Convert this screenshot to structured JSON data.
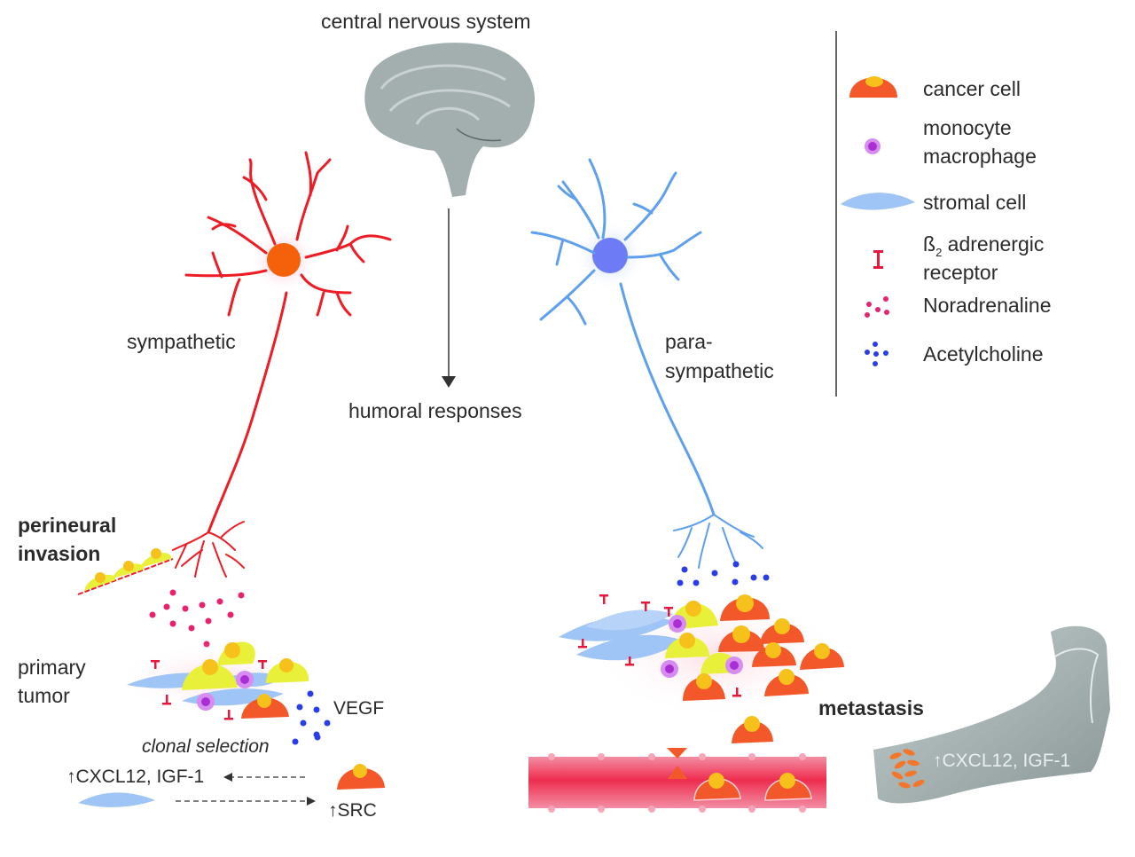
{
  "title": "central nervous system",
  "center": {
    "arrow_label": "humoral responses"
  },
  "branches": {
    "sympathetic": {
      "label": "sympathetic",
      "color": "#ee1c24",
      "soma_color": "#f5600a"
    },
    "parasympathetic": {
      "label_line1": "para-",
      "label_line2": "sympathetic",
      "color": "#5fa0ee",
      "soma_color": "#6d7cf4"
    }
  },
  "left_panel": {
    "perineural_line1": "perineural",
    "perineural_line2": "invasion",
    "primary_line1": "primary",
    "primary_line2": "tumor",
    "vegf": "VEGF",
    "clonal_selection": "clonal selection",
    "cxcl_label": "CXCL12, IGF-1",
    "src_label": "SRC",
    "up_arrow": "↑"
  },
  "right_panel": {
    "metastasis": "metastasis",
    "bone_label": "CXCL12, IGF-1",
    "up_arrow": "↑"
  },
  "legend": {
    "items": [
      {
        "icon": "cancer-cell-icon",
        "line1": "cancer cell",
        "line2": ""
      },
      {
        "icon": "monocyte-macrophage-icon",
        "line1": "monocyte",
        "line2": "macrophage"
      },
      {
        "icon": "stromal-cell-icon",
        "line1": "stromal cell",
        "line2": ""
      },
      {
        "icon": "beta2-receptor-icon",
        "line1_prefix": "ß",
        "line1_sub": "2",
        "line1_rest": " adrenergic",
        "line2": "receptor"
      },
      {
        "icon": "noradrenaline-icon",
        "line1": "Noradrenaline",
        "line2": ""
      },
      {
        "icon": "acetylcholine-icon",
        "line1": "Acetylcholine",
        "line2": ""
      }
    ]
  },
  "colors": {
    "cancer_cell": "#f2582a",
    "cancer_nucleus": "#f6c11a",
    "yellow_cell": "#e9f03a",
    "monocyte": "#c048e0",
    "stromal": "#9fc4f6",
    "receptor": "#e8173c",
    "noradrenaline": "#e8226e",
    "acetylcholine": "#2a3ee8",
    "vessel": "#ef4a68",
    "bone": "#9aa8a8",
    "brain": "#9eabab"
  }
}
